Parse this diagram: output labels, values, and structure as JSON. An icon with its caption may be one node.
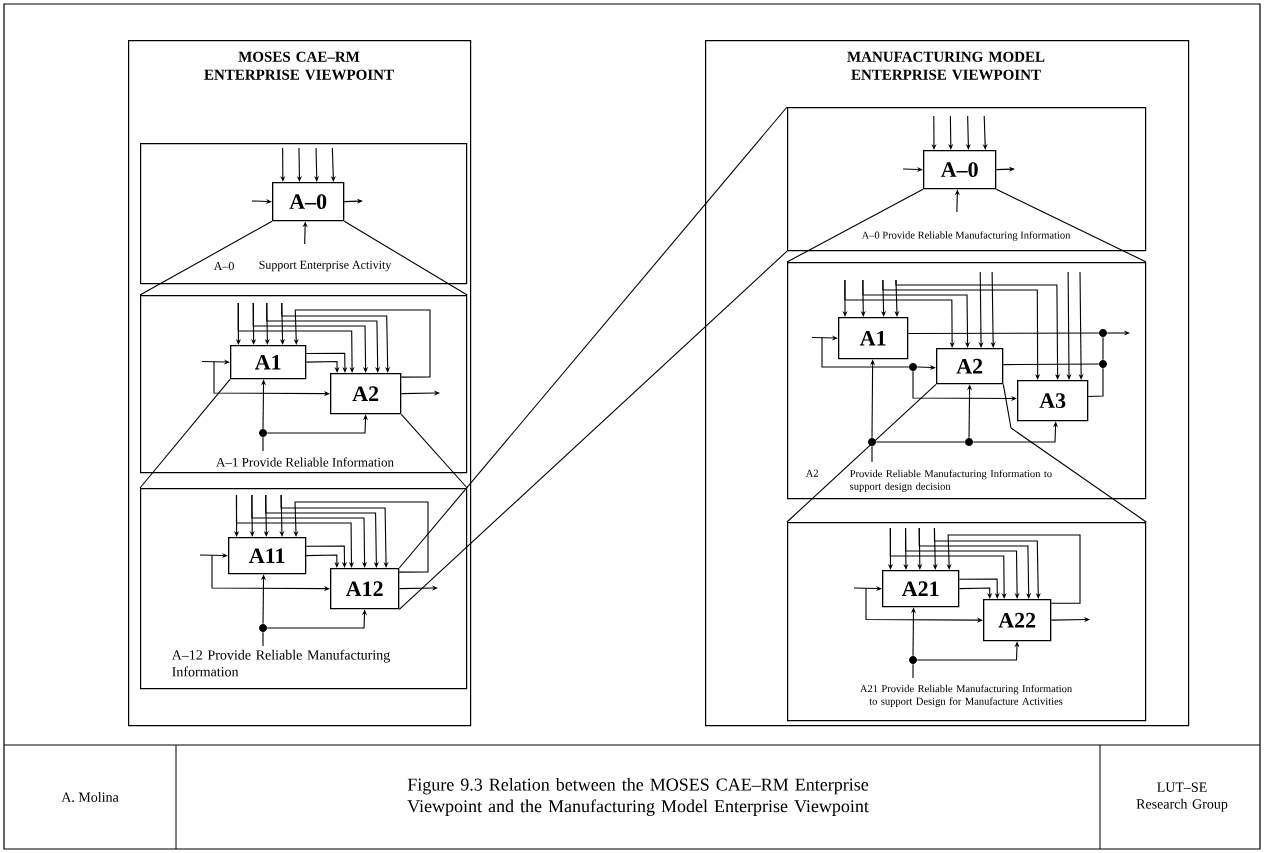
{
  "diagram": {
    "caption": "Figure 9.3 Relation between the MOSES CAE–RM Enterprise Viewpoint and the Manufacturing Model Enterprise Viewpoint",
    "nodes": [
      {
        "text": [
          "MOSES CAE–RM ENTERPRISE VIEWPOINT"
        ]
      },
      {
        "text": [
          "A–0",
          "Support Enterprise Activity"
        ],
        "in": 0
      },
      {
        "text": [
          "A–0"
        ],
        "in": 1
      },
      {
        "text": [
          "A–1 Provide Reliable Information"
        ],
        "in": 0
      },
      {
        "text": [
          "A1"
        ],
        "in": 3
      },
      {
        "text": [
          "A2"
        ],
        "in": 3
      },
      {
        "text": [],
        "shape": "circle",
        "in": 3
      },
      {
        "text": [
          "A–12 Provide Reliable Manufacturing Information"
        ],
        "in": 0
      },
      {
        "text": [
          "A11"
        ],
        "in": 7
      },
      {
        "text": [
          "A12"
        ],
        "in": 7
      },
      {
        "text": [],
        "shape": "circle",
        "in": 7
      },
      {
        "text": [
          "MANUFACTURING MODEL ENTERPRISE VIEWPOINT"
        ]
      },
      {
        "text": [
          "A–0 Provide Reliable Manufacturing Information"
        ],
        "in": 11
      },
      {
        "text": [
          "A–0"
        ],
        "in": 12
      },
      {
        "text": [
          "A2",
          "Provide Reliable Manufacturing Information to support design decision"
        ],
        "in": 11
      },
      {
        "text": [
          "A1"
        ],
        "in": 14
      },
      {
        "text": [
          "A2"
        ],
        "in": 14
      },
      {
        "text": [
          "A3"
        ],
        "in": 14
      },
      {
        "text": [],
        "shape": "circle",
        "in": 14
      },
      {
        "text": [],
        "shape": "circle",
        "in": 14
      },
      {
        "text": [],
        "shape": "circle",
        "in": 14
      },
      {
        "text": [],
        "shape": "circle",
        "in": 14
      },
      {
        "text": [],
        "shape": "circle",
        "in": 14
      },
      {
        "text": [
          "A21 Provide Reliable Manufacturing Information to support Design for Manufacture Activities"
        ],
        "in": 11
      },
      {
        "text": [
          "A21"
        ],
        "in": 23
      },
      {
        "text": [
          "A22"
        ],
        "in": 23
      },
      {
        "text": [],
        "shape": "circle",
        "in": 23
      }
    ],
    "edges": [
      {
        "from": null,
        "to": 2,
        "arrow": "to"
      },
      {
        "from": null,
        "to": 2,
        "arrow": "to"
      },
      {
        "from": null,
        "to": 2,
        "arrow": "to"
      },
      {
        "from": null,
        "to": 2,
        "arrow": "to"
      },
      {
        "from": null,
        "to": 2,
        "arrow": "to"
      },
      {
        "from": 2,
        "to": null,
        "arrow": "to"
      },
      {
        "from": null,
        "to": 2,
        "arrow": "to"
      },
      {
        "from": null,
        "to": 4,
        "arrow": "to"
      },
      {
        "from": null,
        "to": 4,
        "arrow": "to"
      },
      {
        "from": null,
        "to": 4,
        "arrow": "to"
      },
      {
        "from": null,
        "to": 4,
        "arrow": "to"
      },
      {
        "from": null,
        "to": 5,
        "arrow": "to"
      },
      {
        "from": null,
        "to": 5,
        "arrow": "to"
      },
      {
        "from": null,
        "to": 5,
        "arrow": "to"
      },
      {
        "from": null,
        "to": 5,
        "arrow": "to"
      },
      {
        "from": 4,
        "to": 5,
        "arrow": "to"
      },
      {
        "from": 4,
        "to": 5,
        "arrow": "to"
      },
      {
        "from": 5,
        "to": 4,
        "arrow": "to"
      },
      {
        "from": null,
        "to": 4,
        "arrow": "to"
      },
      {
        "from": null,
        "to": 5,
        "arrow": "to"
      },
      {
        "from": 5,
        "to": null,
        "arrow": "to"
      },
      {
        "from": null,
        "to": 6,
        "arrow": "none"
      },
      {
        "from": 6,
        "to": 4,
        "arrow": "to"
      },
      {
        "from": 6,
        "to": 5,
        "arrow": "to"
      },
      {
        "from": null,
        "to": 8,
        "arrow": "to"
      },
      {
        "from": null,
        "to": 8,
        "arrow": "to"
      },
      {
        "from": null,
        "to": 8,
        "arrow": "to"
      },
      {
        "from": null,
        "to": 8,
        "arrow": "to"
      },
      {
        "from": null,
        "to": 9,
        "arrow": "to"
      },
      {
        "from": null,
        "to": 9,
        "arrow": "to"
      },
      {
        "from": null,
        "to": 9,
        "arrow": "to"
      },
      {
        "from": null,
        "to": 9,
        "arrow": "to"
      },
      {
        "from": 8,
        "to": 9,
        "arrow": "to"
      },
      {
        "from": 8,
        "to": 9,
        "arrow": "to"
      },
      {
        "from": 9,
        "to": 8,
        "arrow": "to"
      },
      {
        "from": null,
        "to": 8,
        "arrow": "to"
      },
      {
        "from": null,
        "to": 9,
        "arrow": "to"
      },
      {
        "from": 9,
        "to": null,
        "arrow": "to"
      },
      {
        "from": null,
        "to": 10,
        "arrow": "none"
      },
      {
        "from": 10,
        "to": 8,
        "arrow": "to"
      },
      {
        "from": 10,
        "to": 9,
        "arrow": "to"
      },
      {
        "from": null,
        "to": 13,
        "arrow": "to"
      },
      {
        "from": null,
        "to": 13,
        "arrow": "to"
      },
      {
        "from": null,
        "to": 13,
        "arrow": "to"
      },
      {
        "from": null,
        "to": 13,
        "arrow": "to"
      },
      {
        "from": null,
        "to": 13,
        "arrow": "to"
      },
      {
        "from": 13,
        "to": null,
        "arrow": "to"
      },
      {
        "from": null,
        "to": 13,
        "arrow": "to"
      },
      {
        "from": null,
        "to": 15,
        "arrow": "to"
      },
      {
        "from": null,
        "to": 15,
        "arrow": "to"
      },
      {
        "from": null,
        "to": 15,
        "arrow": "to"
      },
      {
        "from": null,
        "to": 15,
        "arrow": "to"
      },
      {
        "from": null,
        "to": 16,
        "arrow": "to"
      },
      {
        "from": null,
        "to": 16,
        "arrow": "to"
      },
      {
        "from": null,
        "to": 16,
        "arrow": "to"
      },
      {
        "from": null,
        "to": 16,
        "arrow": "to"
      },
      {
        "from": null,
        "to": 17,
        "arrow": "to"
      },
      {
        "from": null,
        "to": 17,
        "arrow": "to"
      },
      {
        "from": null,
        "to": 17,
        "arrow": "to"
      },
      {
        "from": null,
        "to": 17,
        "arrow": "to"
      },
      {
        "from": null,
        "to": 15,
        "arrow": "to"
      },
      {
        "from": null,
        "to": 18,
        "arrow": "none"
      },
      {
        "from": 18,
        "to": 16,
        "arrow": "to"
      },
      {
        "from": 18,
        "to": 17,
        "arrow": "to"
      },
      {
        "from": 15,
        "to": 19,
        "arrow": "none"
      },
      {
        "from": 16,
        "to": 20,
        "arrow": "none"
      },
      {
        "from": 17,
        "to": 20,
        "arrow": "none"
      },
      {
        "from": 20,
        "to": 19,
        "arrow": "none"
      },
      {
        "from": 19,
        "to": null,
        "arrow": "to"
      },
      {
        "from": null,
        "to": 21,
        "arrow": "none"
      },
      {
        "from": 21,
        "to": 15,
        "arrow": "to"
      },
      {
        "from": 21,
        "to": 22,
        "arrow": "none"
      },
      {
        "from": 22,
        "to": 16,
        "arrow": "to"
      },
      {
        "from": 22,
        "to": 17,
        "arrow": "to"
      },
      {
        "from": null,
        "to": 24,
        "arrow": "to"
      },
      {
        "from": null,
        "to": 24,
        "arrow": "to"
      },
      {
        "from": null,
        "to": 24,
        "arrow": "to"
      },
      {
        "from": null,
        "to": 24,
        "arrow": "to"
      },
      {
        "from": null,
        "to": 25,
        "arrow": "to"
      },
      {
        "from": null,
        "to": 25,
        "arrow": "to"
      },
      {
        "from": null,
        "to": 25,
        "arrow": "to"
      },
      {
        "from": null,
        "to": 25,
        "arrow": "to"
      },
      {
        "from": 24,
        "to": 25,
        "arrow": "to"
      },
      {
        "from": 24,
        "to": 25,
        "arrow": "to"
      },
      {
        "from": 25,
        "to": 24,
        "arrow": "to"
      },
      {
        "from": null,
        "to": 24,
        "arrow": "to"
      },
      {
        "from": null,
        "to": 25,
        "arrow": "to"
      },
      {
        "from": 25,
        "to": null,
        "arrow": "to"
      },
      {
        "from": null,
        "to": 26,
        "arrow": "none"
      },
      {
        "from": 26,
        "to": 24,
        "arrow": "to"
      },
      {
        "from": 26,
        "to": 25,
        "arrow": "to"
      },
      {
        "from": 2,
        "to": 3,
        "arrow": "none"
      },
      {
        "from": 2,
        "to": 3,
        "arrow": "none"
      },
      {
        "from": 4,
        "to": 7,
        "arrow": "none"
      },
      {
        "from": 5,
        "to": 7,
        "arrow": "none"
      },
      {
        "from": 9,
        "to": 12,
        "arrow": "none"
      },
      {
        "from": 9,
        "to": 12,
        "arrow": "none"
      },
      {
        "from": 13,
        "to": 14,
        "arrow": "none"
      },
      {
        "from": 13,
        "to": 14,
        "arrow": "none"
      },
      {
        "from": 16,
        "to": 23,
        "arrow": "none"
      },
      {
        "from": 16,
        "to": 23,
        "arrow": "none"
      }
    ],
    "labels": [
      "A. Molina",
      "LUT–SE Research Group"
    ]
  }
}
